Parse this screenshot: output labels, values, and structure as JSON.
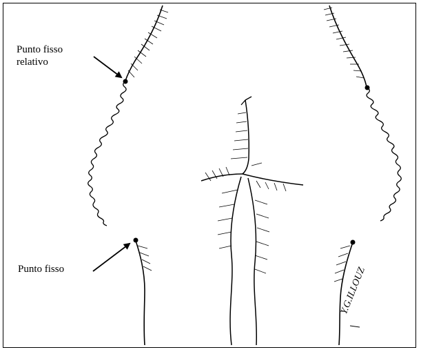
{
  "labels": {
    "relative_fixed_point_line1": "Punto fisso",
    "relative_fixed_point_line2": "relativo",
    "fixed_point": "Punto fisso"
  },
  "signature": "Y.G.ILLOUZ",
  "colors": {
    "ink": "#000000",
    "background": "#ffffff"
  }
}
